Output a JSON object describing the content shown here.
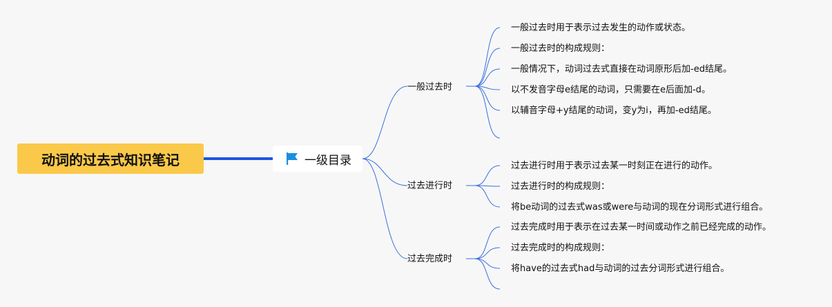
{
  "root": {
    "title": "动词的过去式知识笔记"
  },
  "level1": {
    "label": "一级目录",
    "icon": "flag-icon"
  },
  "colors": {
    "line": "#3a6fdc",
    "root_bg": "#fbc94a",
    "root_line": "#1d55e0",
    "flag": "#1a8fe0"
  },
  "branches": [
    {
      "label": "一般过去时",
      "items": [
        "一般过去时用于表示过去发生的动作或状态。",
        "一般过去时的构成规则：",
        "一般情况下，动词过去式直接在动词原形后加-ed结尾。",
        "以不发音字母e结尾的动词，只需要在e后面加-d。",
        "以辅音字母+y结尾的动词，变y为i，再加-ed结尾。",
        ""
      ]
    },
    {
      "label": "过去进行时",
      "items": [
        "过去进行时用于表示过去某一时刻正在进行的动作。",
        "过去进行时的构成规则：",
        "将be动词的过去式was或were与动词的现在分词形式进行组合。"
      ]
    },
    {
      "label": "过去完成时",
      "items": [
        "过去完成时用于表示在过去某一时间或动作之前已经完成的动作。",
        "过去完成时的构成规则：",
        "将have的过去式had与动词的过去分词形式进行组合。",
        ""
      ]
    }
  ]
}
